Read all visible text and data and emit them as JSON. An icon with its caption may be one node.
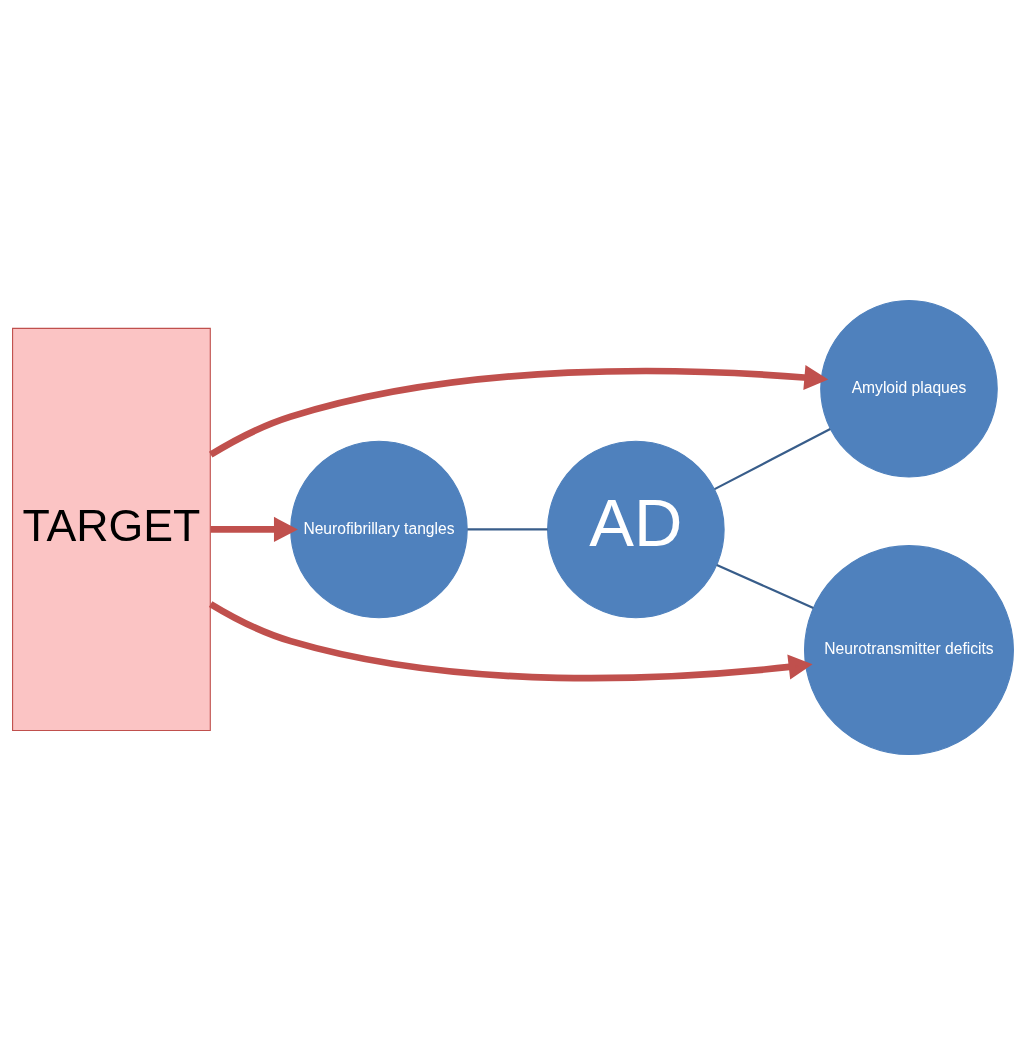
{
  "diagram": {
    "nodes": [
      {
        "text": [
          "TARGET"
        ]
      },
      {
        "text": [
          "Amyloid plaques"
        ]
      },
      {
        "text": [
          "Neurofibrillary tangles"
        ]
      },
      {
        "text": [
          "AD"
        ]
      },
      {
        "text": [
          "Neurotransmitter deficits"
        ]
      }
    ],
    "edges": [
      {
        "from": 0,
        "to": 1,
        "arrow": "to",
        "style": "thick",
        "color": "#c0504d"
      },
      {
        "from": 0,
        "to": 2,
        "arrow": "to",
        "style": "thick",
        "color": "#c0504d"
      },
      {
        "from": 0,
        "to": 4,
        "arrow": "to",
        "style": "thick",
        "color": "#c0504d"
      },
      {
        "from": 3,
        "to": 1,
        "arrow": "none",
        "color": "#385d8a"
      },
      {
        "from": 2,
        "to": 3,
        "arrow": "none",
        "color": "#385d8a"
      },
      {
        "from": 3,
        "to": 4,
        "arrow": "none",
        "color": "#385d8a"
      }
    ]
  }
}
